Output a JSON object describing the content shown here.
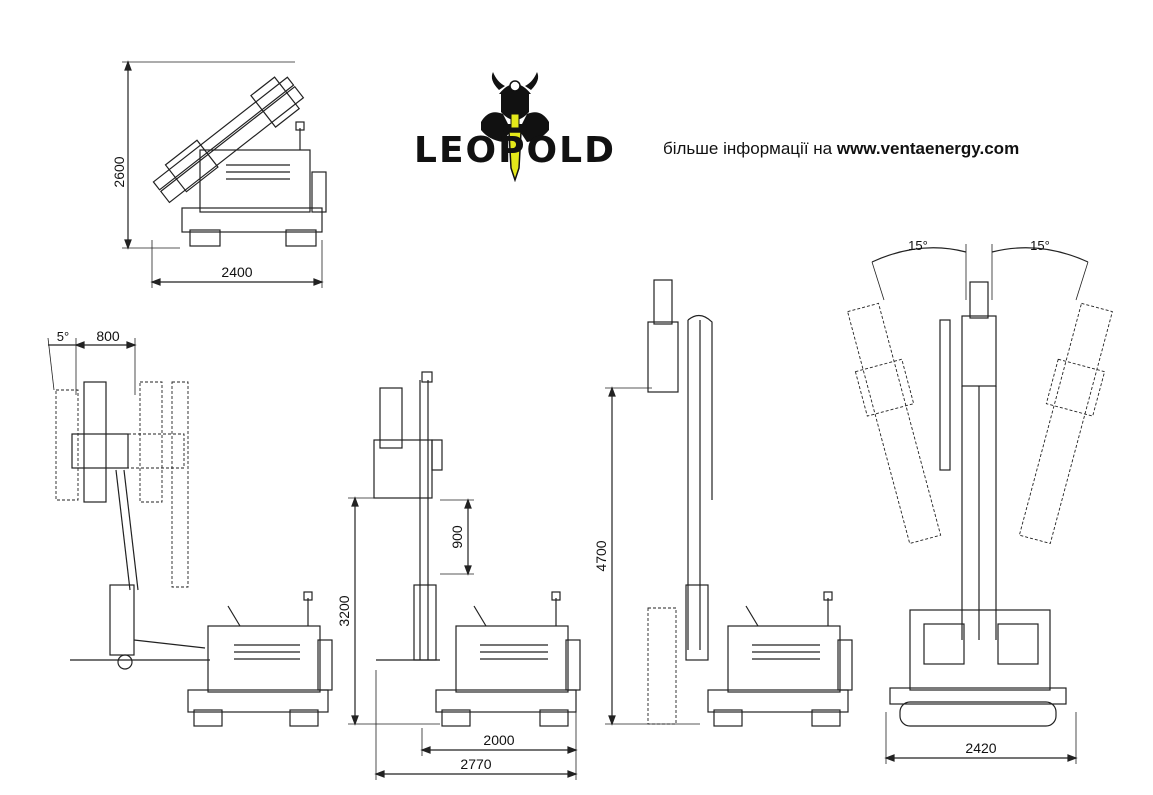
{
  "brand": {
    "logo_text": "LEOPOLD",
    "logo_icon": "viking-sword-icon",
    "accent_color": "#e4e81a"
  },
  "tagline": {
    "prefix": "більше інформації на ",
    "url": "www.ventaenergy.com"
  },
  "dimensions": {
    "top_height": "2600",
    "top_width": "2400",
    "left_angle": "5°",
    "left_offset": "800",
    "mid_height": "3200",
    "mid_stroke": "900",
    "mid_width_inner": "2000",
    "mid_width_outer": "2770",
    "right_height": "4700",
    "front_angle_left": "15°",
    "front_angle_right": "15°",
    "front_width": "2420"
  }
}
